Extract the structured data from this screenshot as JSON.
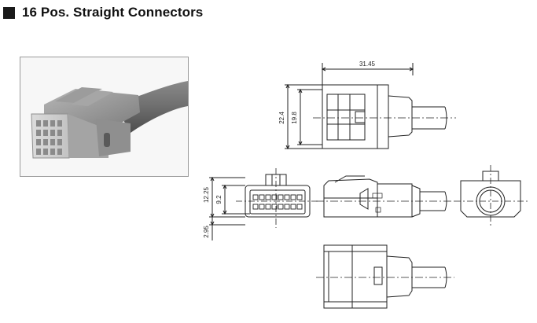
{
  "page": {
    "title": "16 Pos. Straight Connectors"
  },
  "dimensions": {
    "overall_length": "31.45",
    "height_outer": "22.4",
    "height_inner": "19.8",
    "front_height": "12.25",
    "front_inner": "9.2",
    "front_offset": "2.95"
  },
  "colors": {
    "heading_square": "#1a1a1a",
    "line": "#222222",
    "photo_bg": "#f7f7f7"
  }
}
